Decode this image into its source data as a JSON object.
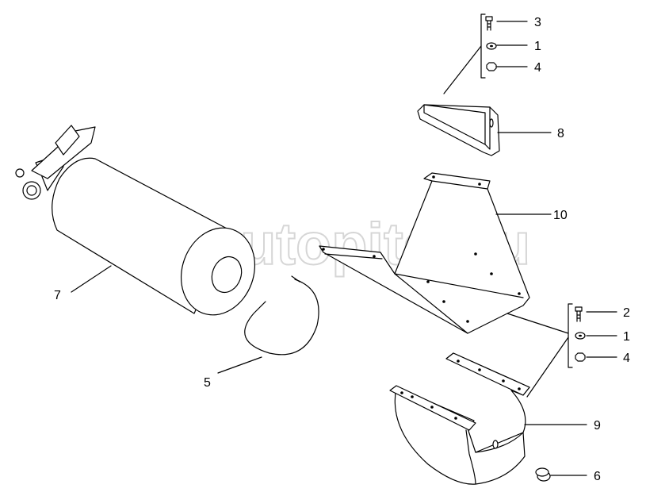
{
  "watermark": {
    "text": "autopiter.ru",
    "logo": "a>"
  },
  "callouts": {
    "top_group": [
      "3",
      "1",
      "4"
    ],
    "bracket_8": "8",
    "bracket_10": "10",
    "extinguisher_7": "7",
    "ring_5": "5",
    "mid_group": [
      "2",
      "1",
      "4"
    ],
    "shell_9": "9",
    "plug_6": "6"
  }
}
